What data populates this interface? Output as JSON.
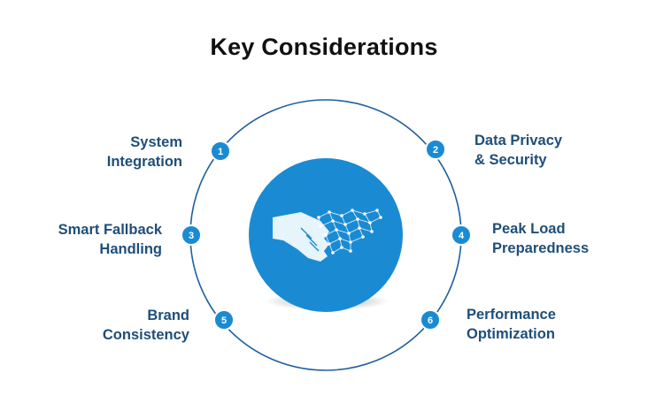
{
  "title": "Key Considerations",
  "colors": {
    "accent": "#1a8bd3",
    "label_text": "#1f4e79",
    "ring": "#1f5fa0",
    "hand": "#e6f4fb"
  },
  "center_icon": "handshake-human-digital-icon",
  "items": [
    {
      "number": "1",
      "label": "System\nIntegration"
    },
    {
      "number": "2",
      "label": "Data Privacy\n& Security"
    },
    {
      "number": "3",
      "label": "Smart Fallback\nHandling"
    },
    {
      "number": "4",
      "label": "Peak Load\nPreparedness"
    },
    {
      "number": "5",
      "label": "Brand\nConsistency"
    },
    {
      "number": "6",
      "label": "Performance\nOptimization"
    }
  ]
}
